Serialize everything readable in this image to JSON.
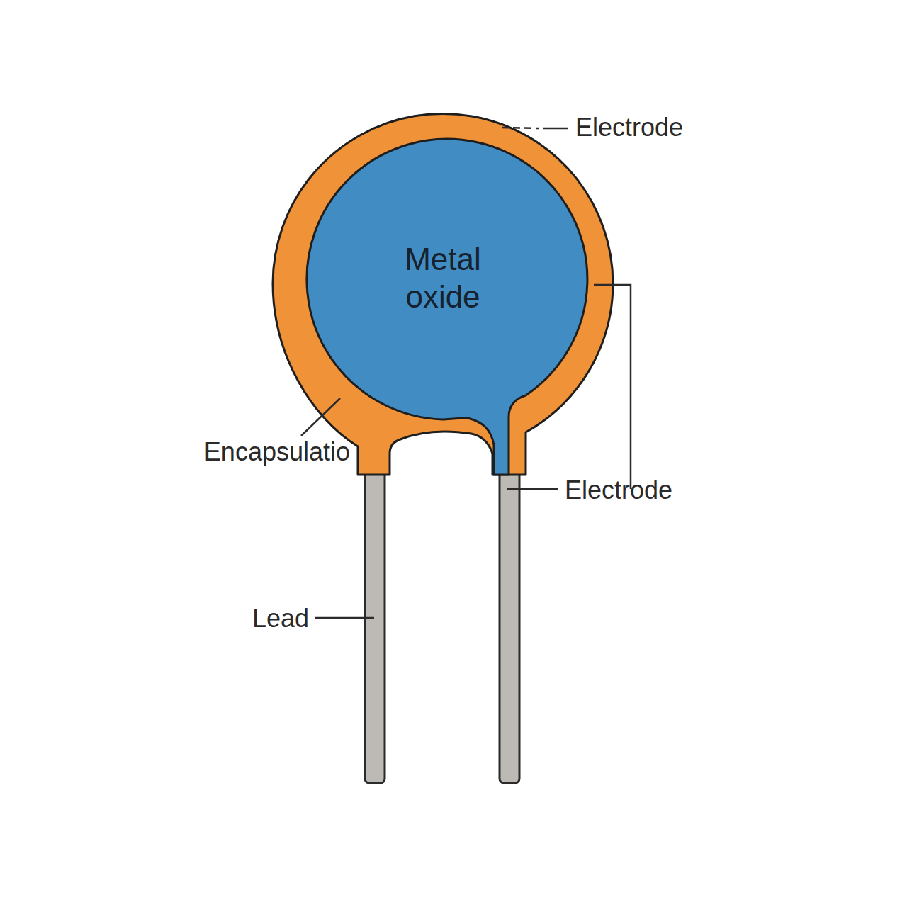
{
  "diagram": {
    "nodes": [
      {
        "text": [
          "Metal oxide"
        ]
      }
    ],
    "labels": [
      "Electrode",
      "Encapsulatio",
      "Electrode",
      "Lead"
    ]
  }
}
